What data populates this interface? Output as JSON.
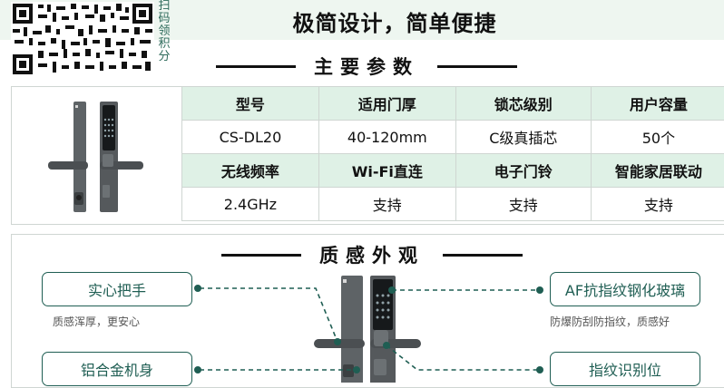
{
  "header": {
    "qr_caption": "扫码领积分",
    "title": "极简设计，简单便捷"
  },
  "params_section": {
    "heading": "主要参数",
    "rows": [
      [
        "型号",
        "适用门厚",
        "锁芯级别",
        "用户容量"
      ],
      [
        "CS-DL20",
        "40-120mm",
        "C级真插芯",
        "50个"
      ],
      [
        "无线频率",
        "Wi-Fi直连",
        "电子门铃",
        "智能家居联动"
      ],
      [
        "2.4GHz",
        "支持",
        "支持",
        "支持"
      ]
    ]
  },
  "looks_section": {
    "heading": "质感外观",
    "features": [
      {
        "label": "实心把手",
        "note": "质感浑厚，更安心"
      },
      {
        "label": "AF抗指纹钢化玻璃",
        "note": "防爆防刮防指纹，质感好"
      },
      {
        "label": "铝合金机身",
        "note": ""
      },
      {
        "label": "指纹识别位",
        "note": ""
      }
    ]
  },
  "colors": {
    "accent": "#1f5e53",
    "header_band": "#eef6f0",
    "table_header": "#dff1e6",
    "lock_body": "#55595c"
  }
}
